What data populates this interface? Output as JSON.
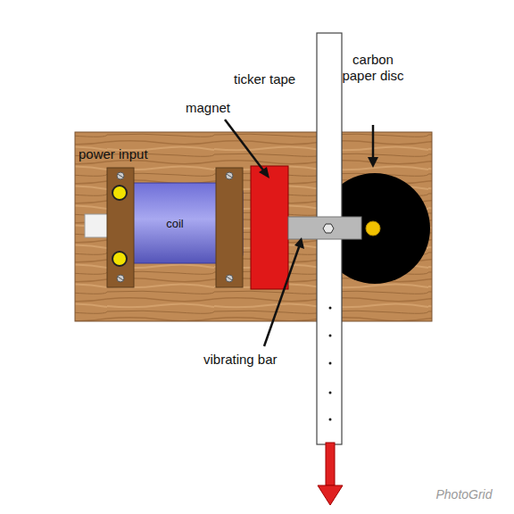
{
  "diagram": {
    "nodes": [
      {
        "text": [
          "coil"
        ]
      }
    ],
    "labels": [
      "power input",
      "magnet",
      "ticker tape",
      "carbon paper disc",
      "vibrating bar",
      "PhotoGrid"
    ]
  }
}
